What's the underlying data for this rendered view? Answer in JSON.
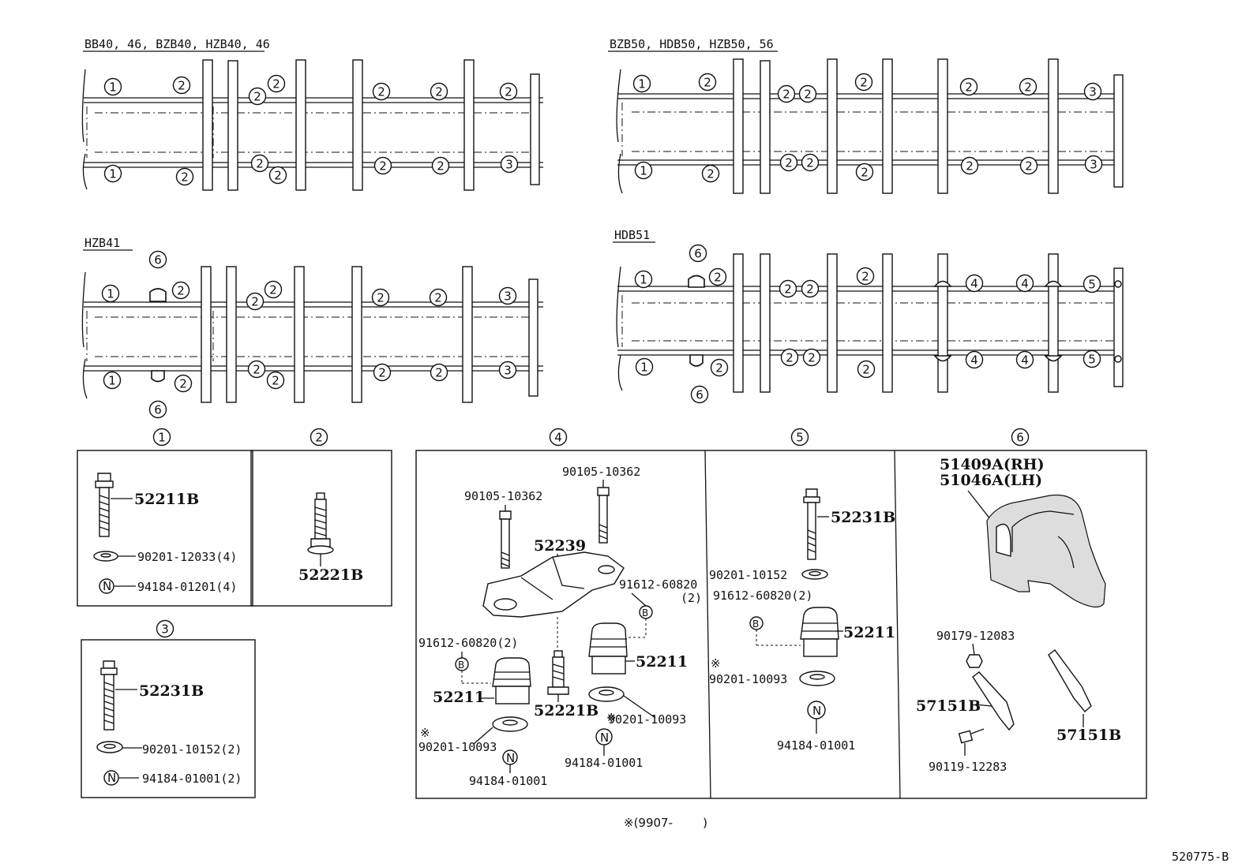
{
  "sections": {
    "top_left": "BB40, 46, BZB40, HZB40, 46",
    "top_right": "BZB50, HDB50, HZB50, 56",
    "mid_left": "HZB41",
    "mid_right": "HDB51"
  },
  "callouts": {
    "c1": "1",
    "c2": "2",
    "c3": "3",
    "c4": "4",
    "c5": "5",
    "c6": "6"
  },
  "detail_headers": [
    "1",
    "2",
    "3",
    "4",
    "5",
    "6"
  ],
  "parts": {
    "d1_bolt": "52211B",
    "d1_washer": "90201-12033(4)",
    "d1_nut": "94184-01201(4)",
    "d2_bolt": "52221B",
    "d3_bolt": "52231B",
    "d3_washer": "90201-10152(2)",
    "d3_nut": "94184-01001(2)",
    "d4_bolt_top": "90105-10362",
    "d4_bolt_left": "90105-10362",
    "d4_bracket": "52239",
    "d4_clip_r": "91612-60820",
    "d4_clip_r_qty": "(2)",
    "d4_clip_l": "91612-60820(2)",
    "d4_cushion_l": "52211",
    "d4_cushion_r": "52211",
    "d4_bolt_mid": "52221B",
    "d4_washer_l": "90201-10093",
    "d4_washer_r": "90201-10093",
    "d4_nut_l": "94184-01001",
    "d4_nut_r": "94184-01001",
    "d5_bolt": "52231B",
    "d5_washer": "90201-10152",
    "d5_clip": "91612-60820(2)",
    "d5_cushion": "52211",
    "d5_washer2": "90201-10093",
    "d5_nut": "94184-01001",
    "d6_rh": "51409A(RH)",
    "d6_lh": "51046A(LH)",
    "d6_nut": "90179-12083",
    "d6_brk_l": "57151B",
    "d6_brk_r": "57151B",
    "d6_bolt": "90119-12283"
  },
  "symbols": {
    "nut": "N",
    "clip": "B",
    "star": "※"
  },
  "footnote": "※(9907-        )",
  "diagram_id": "520775-B"
}
